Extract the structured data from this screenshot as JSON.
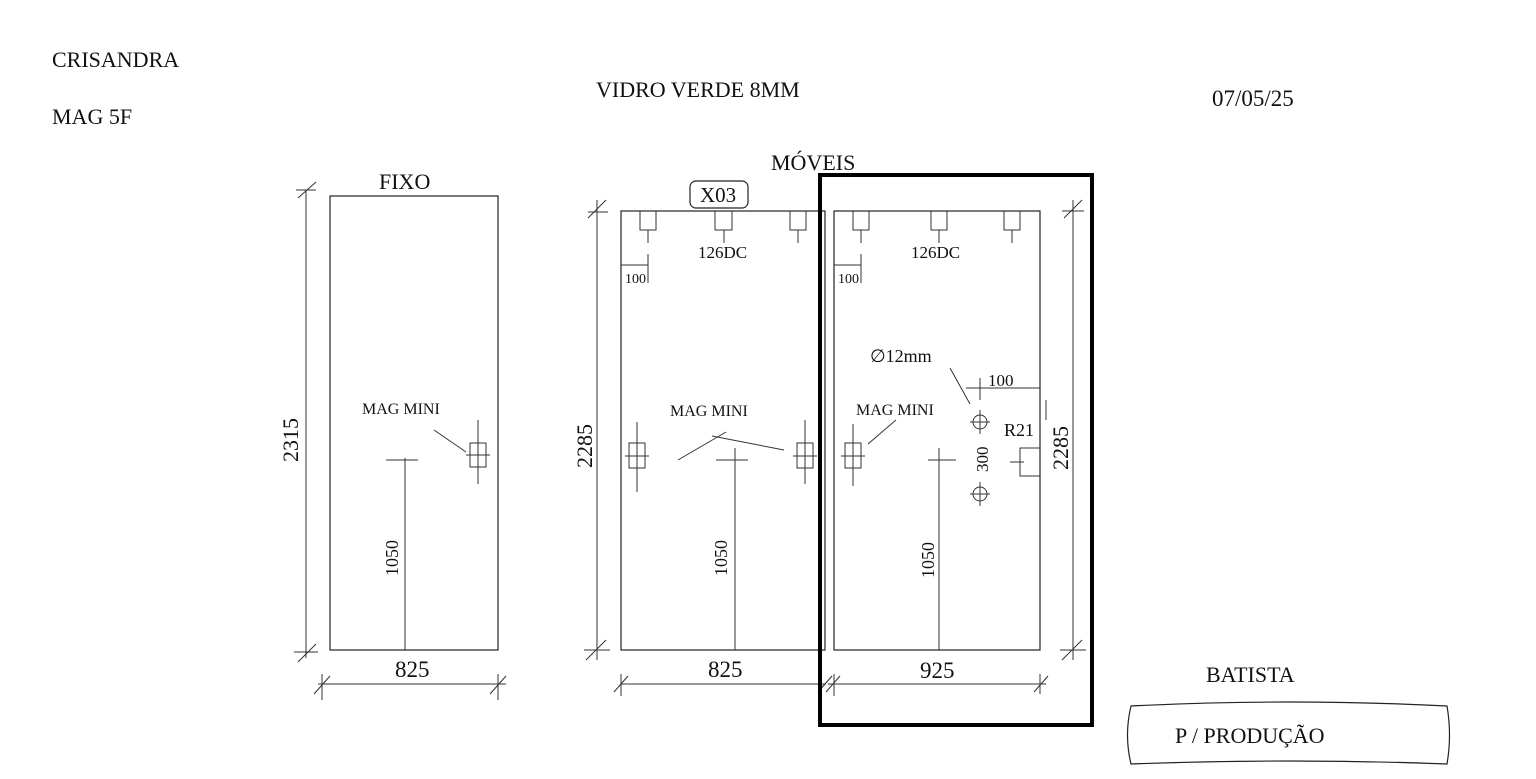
{
  "header": {
    "client": "CRISANDRA",
    "model": "MAG 5F",
    "glass": "VIDRO VERDE 8MM",
    "date": "07/05/25",
    "section_moveis": "MÓVEIS"
  },
  "panels": {
    "fixo": {
      "title": "FIXO",
      "width": "825",
      "height": "2315",
      "handle_height": "1050",
      "hardware": "MAG MINI"
    },
    "movel1": {
      "tag": "X03",
      "width": "825",
      "height": "2285",
      "handle_height": "1050",
      "hardware": "MAG MINI",
      "roller": "126DC",
      "offset": "100"
    },
    "movel2": {
      "width": "925",
      "height": "2285",
      "handle_height": "1050",
      "hardware": "MAG MINI",
      "roller": "126DC",
      "offset": "100",
      "hole": "∅12mm",
      "hole_offset": "100",
      "hole_spacing": "300",
      "notch": "R21"
    }
  },
  "footer": {
    "author": "BATISTA",
    "stamp": "P / PRODUÇÃO"
  }
}
